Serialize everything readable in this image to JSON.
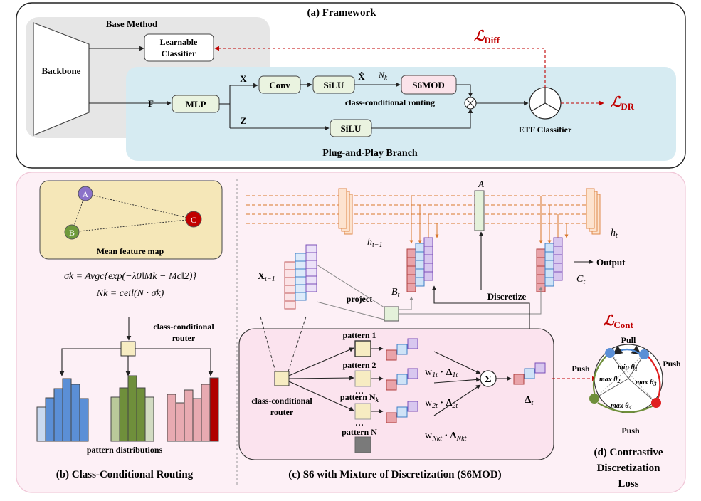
{
  "framework": {
    "title": "(a) Framework",
    "base_method": "Base Method",
    "backbone": "Backbone",
    "learnable_classifier": [
      "Learnable",
      "Classifier"
    ],
    "F": "F",
    "mlp": "MLP",
    "X": "X",
    "conv": "Conv",
    "silu": "SiLU",
    "xhat": "X̂",
    "nk": "N",
    "nk_sub": "k",
    "s6mod": "S6MOD",
    "routing": "class-conditional routing",
    "Z": "Z",
    "silu2": "SiLU",
    "etf": "ETF Classifier",
    "branch": "Plug-and-Play Branch",
    "loss_diff": "ℒ",
    "loss_diff_sub": "Diff",
    "loss_dr": "ℒ",
    "loss_dr_sub": "DR"
  },
  "routing_panel": {
    "nodes": [
      "A",
      "B",
      "C"
    ],
    "mean_map": "Mean feature map",
    "eq1": "σk = Avgc{exp(−λ0‖Mk − Mc‖2)}",
    "eq2": "Nk = ceil(N · σk)",
    "router": [
      "class-conditional",
      "router"
    ],
    "pattern_dist": "pattern distributions",
    "caption": "(b) Class-Conditional Routing"
  },
  "s6_panel": {
    "A": "A",
    "h_prev": "h",
    "h_prev_sub": "t−1",
    "h_t": "h",
    "h_t_sub": "t",
    "x_prev": "X",
    "x_prev_sub": "t−1",
    "Bt": "B",
    "Bt_sub": "t",
    "Ct": "C",
    "Ct_sub": "t",
    "output": "Output",
    "project": "project",
    "discretize": "Discretize",
    "router": [
      "class-conditional",
      "router"
    ],
    "pattern1": "pattern 1",
    "pattern2": "pattern 2",
    "pattern_nk": "pattern N",
    "pattern_nk_sub": "k",
    "pattern_dots": "…",
    "pattern_n": "pattern N",
    "w1": "w",
    "w1_sub": "1t",
    "d1": " · Δ",
    "d1_sub": "1t",
    "w2": "w",
    "w2_sub": "2t",
    "d2": " · Δ",
    "d2_sub": "2t",
    "w3": "w",
    "w3_sub": "Nkt",
    "d3": " · Δ",
    "d3_sub": "Nkt",
    "sigma": "Σ",
    "delta": "Δ",
    "delta_sub": "t",
    "caption": "(c) S6 with Mixture of Discretization (S6MOD)"
  },
  "contrastive": {
    "loss": "ℒ",
    "loss_sub": "Cont",
    "pull": "Pull",
    "push_left": "Push",
    "push_right": "Push",
    "push_bottom": "Push",
    "min1": "min θ",
    "min1_sub": "1",
    "max2": "max θ",
    "max2_sub": "2",
    "max3": "max θ",
    "max3_sub": "3",
    "max4": "max θ",
    "max4_sub": "4",
    "caption": [
      "(d) Contrastive",
      "Discretization",
      "Loss"
    ]
  },
  "colors": {
    "loss_red": "#c00000",
    "branch_blue": "#d6ebf2",
    "panel_pink": "#fdf0f6",
    "box_green": "#eaf3e0",
    "box_cream": "#f7ecc2",
    "bar_blue": "#5b8fd6",
    "bar_green": "#6f8f3b",
    "bar_pink": "#e8aab1",
    "bar_darkred": "#b00000"
  }
}
